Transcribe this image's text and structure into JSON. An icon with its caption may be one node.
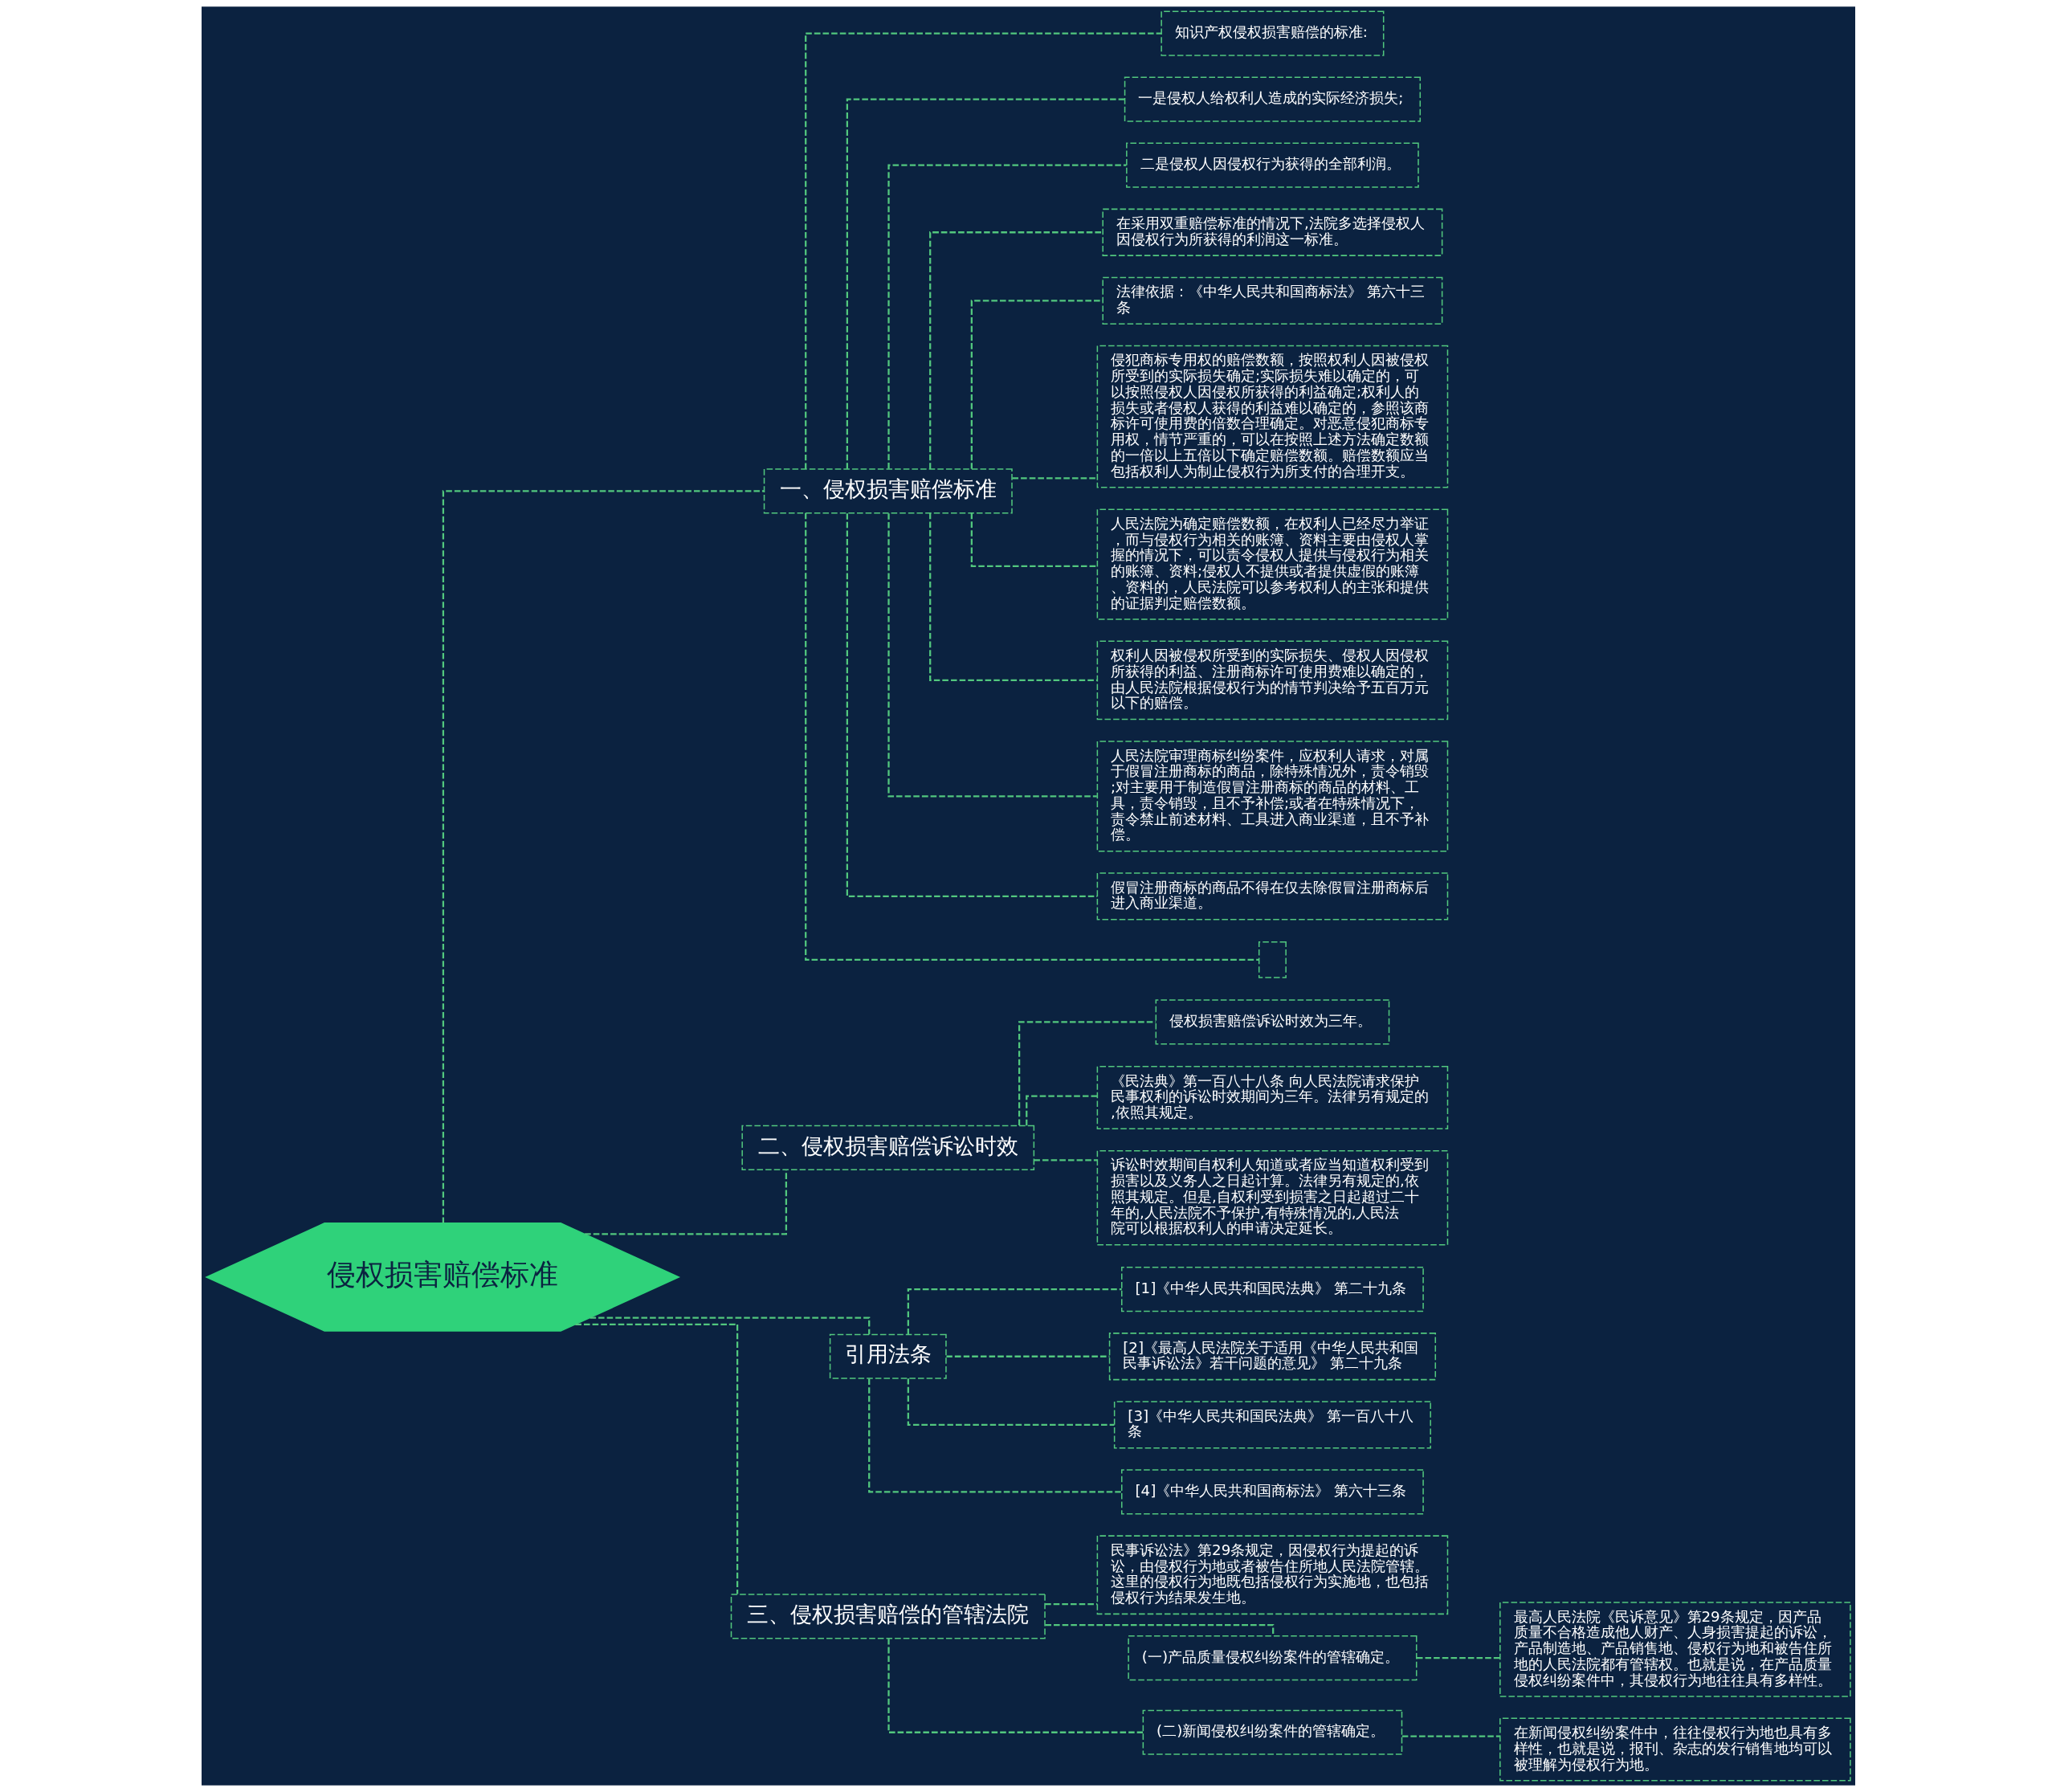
{
  "diagram": {
    "nodes": [
      {
        "text": [
          "侵权损害赔偿标准"
        ]
      },
      {
        "text": [
          "一、侵权损害赔偿标准"
        ]
      },
      {
        "text": [
          "知识产权侵权损害赔偿的标准:"
        ]
      },
      {
        "text": [
          "一是侵权人给权利人造成的实际经济损失;"
        ]
      },
      {
        "text": [
          "二是侵权人因侵权行为获得的全部利润。"
        ]
      },
      {
        "text": [
          "在采用双重赔偿标准的情况下,法院多选择侵权人因侵权行为所获得的利润这一标准。"
        ]
      },
      {
        "text": [
          "法律依据：《中华人民共和国商标法》 第六十三条"
        ]
      },
      {
        "text": [
          "侵犯商标专用权的赔偿数额，按照权利人因被侵权所受到的实际损失确定;实际损失难以确定的，可以按照侵权人因侵权所获得的利益确定;权利人的损失或者侵权人获得的利益难以确定的，参照该商标许可使用费的倍数合理确定。对恶意侵犯商标专用权，情节严重的，可以在按照上述方法确定数额的一倍以上五倍以下确定赔偿数额。赔偿数额应当包括权利人为制止侵权行为所支付的合理开支。"
        ]
      },
      {
        "text": [
          "人民法院为确定赔偿数额，在权利人已经尽力举证，而与侵权行为相关的账簿、资料主要由侵权人掌握的情况下，可以责令侵权人提供与侵权行为相关的账簿、资料;侵权人不提供或者提供虚假的账簿、资料的，人民法院可以参考权利人的主张和提供的证据判定赔偿数额。"
        ]
      },
      {
        "text": [
          "权利人因被侵权所受到的实际损失、侵权人因侵权所获得的利益、注册商标许可使用费难以确定的，由人民法院根据侵权行为的情节判决给予五百万元以下的赔偿。"
        ]
      },
      {
        "text": [
          "人民法院审理商标纠纷案件，应权利人请求，对属于假冒注册商标的商品，除特殊情况外，责令销毁;对主要用于制造假冒注册商标的商品的材料、工具，责令销毁，且不予补偿;或者在特殊情况下，责令禁止前述材料、工具进入商业渠道，且不予补偿。"
        ]
      },
      {
        "text": [
          "假冒注册商标的商品不得在仅去除假冒注册商标后进入商业渠道。"
        ]
      },
      {
        "text": [],
        "shape": "box"
      },
      {
        "text": [
          "二、侵权损害赔偿诉讼时效"
        ]
      },
      {
        "text": [
          "侵权损害赔偿诉讼时效为三年。"
        ]
      },
      {
        "text": [
          "《民法典》第一百八十八条 向人民法院请求保护民事权利的诉讼时效期间为三年。法律另有规定的,依照其规定。"
        ]
      },
      {
        "text": [
          "诉讼时效期间自权利人知道或者应当知道权利受到损害以及义务人之日起计算。法律另有规定的,依照其规定。但是,自权利受到损害之日起超过二十年的,人民法院不予保护,有特殊情况的,人民法院可以根据权利人的申请决定延长。"
        ]
      },
      {
        "text": [
          "引用法条"
        ]
      },
      {
        "text": [
          "[1]《中华人民共和国民法典》 第二十九条"
        ]
      },
      {
        "text": [
          "[2]《最高人民法院关于适用《中华人民共和国民事诉讼法》若干问题的意见》 第二十九条"
        ]
      },
      {
        "text": [
          "[3]《中华人民共和国民法典》 第一百八十八条"
        ]
      },
      {
        "text": [
          "[4]《中华人民共和国商标法》 第六十三条"
        ]
      },
      {
        "text": [
          "三、侵权损害赔偿的管辖法院"
        ]
      },
      {
        "text": [
          "民事诉讼法》第29条规定，因侵权行为提起的诉讼，由侵权行为地或者被告住所地人民法院管辖。这里的侵权行为地既包括侵权行为实施地，也包括侵权行为结果发生地。"
        ]
      },
      {
        "text": [
          "(一)产品质量侵权纠纷案件的管辖确定。"
        ]
      },
      {
        "text": [
          "最高人民法院《民诉意见》第29条规定，因产品质量不合格造成他人财产、人身损害提起的诉讼，产品制造地、产品销售地、侵权行为地和被告住所地的人民法院都有管辖权。也就是说，在产品质量侵权纠纷案件中，其侵权行为地往往具有多样性。"
        ]
      },
      {
        "text": [
          "(二)新闻侵权纠纷案件的管辖确定。"
        ]
      },
      {
        "text": [
          "在新闻侵权纠纷案件中，往往侵权行为地也具有多样性，也就是说，报刊、杂志的发行销售地均可以被理解为侵权行为地。"
        ]
      }
    ],
    "edges": [
      {
        "from": 0,
        "to": 1,
        "arrow": "none"
      },
      {
        "from": 1,
        "to": 2,
        "arrow": "none"
      },
      {
        "from": 1,
        "to": 3,
        "arrow": "none"
      },
      {
        "from": 1,
        "to": 4,
        "arrow": "none"
      },
      {
        "from": 1,
        "to": 5,
        "arrow": "none"
      },
      {
        "from": 1,
        "to": 6,
        "arrow": "none"
      },
      {
        "from": 1,
        "to": 7,
        "arrow": "none"
      },
      {
        "from": 1,
        "to": 8,
        "arrow": "none"
      },
      {
        "from": 1,
        "to": 9,
        "arrow": "none"
      },
      {
        "from": 1,
        "to": 10,
        "arrow": "none"
      },
      {
        "from": 1,
        "to": 11,
        "arrow": "none"
      },
      {
        "from": 1,
        "to": 12,
        "arrow": "none"
      },
      {
        "from": 0,
        "to": 13,
        "arrow": "none"
      },
      {
        "from": 13,
        "to": 14,
        "arrow": "none"
      },
      {
        "from": 13,
        "to": 15,
        "arrow": "none"
      },
      {
        "from": 13,
        "to": 16,
        "arrow": "none"
      },
      {
        "from": 0,
        "to": 17,
        "arrow": "none"
      },
      {
        "from": 17,
        "to": 18,
        "arrow": "none"
      },
      {
        "from": 17,
        "to": 19,
        "arrow": "none"
      },
      {
        "from": 17,
        "to": 20,
        "arrow": "none"
      },
      {
        "from": 17,
        "to": 21,
        "arrow": "none"
      },
      {
        "from": 0,
        "to": 22,
        "arrow": "none"
      },
      {
        "from": 22,
        "to": 23,
        "arrow": "none"
      },
      {
        "from": 22,
        "to": 24,
        "arrow": "none"
      },
      {
        "from": 24,
        "to": 25,
        "arrow": "none"
      },
      {
        "from": 22,
        "to": 26,
        "arrow": "none"
      },
      {
        "from": 26,
        "to": 27,
        "arrow": "none"
      }
    ]
  }
}
